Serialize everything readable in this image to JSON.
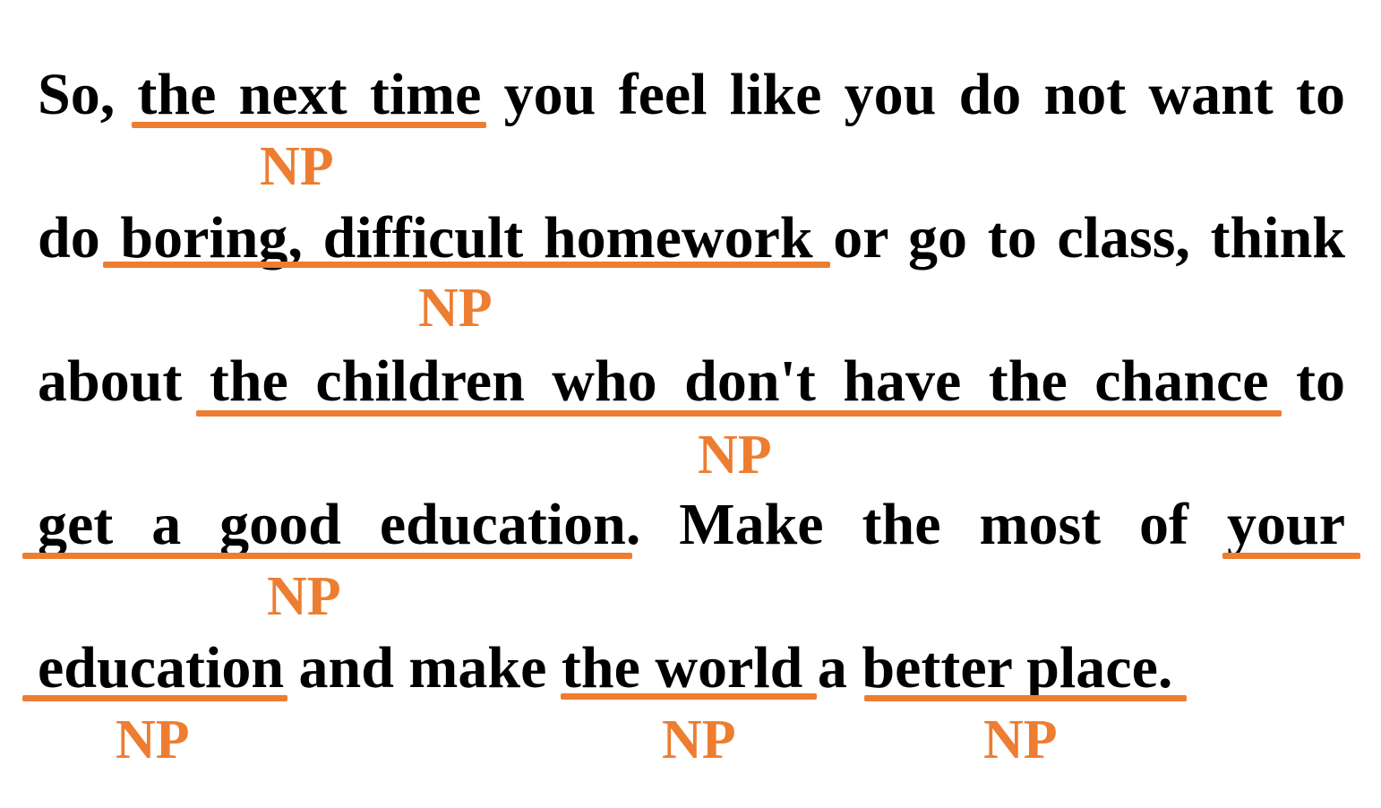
{
  "lines": [
    "So, the next time you feel like you do not want to",
    "do boring, difficult homework or go to class, think",
    "about the children who don't have the chance to",
    "get a good education. Make the most of your",
    "education and make the world a better place."
  ],
  "np_label": "NP",
  "colors": {
    "annotation": "#ED7D31",
    "text": "#000000"
  }
}
